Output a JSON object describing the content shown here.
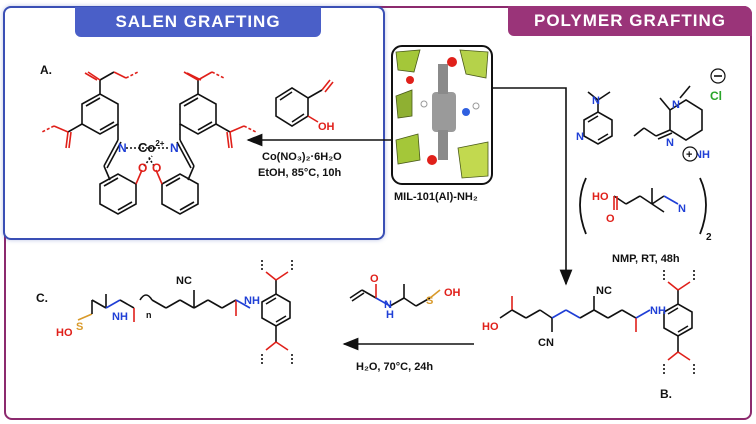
{
  "salen": {
    "header": "SALEN GRAFTING",
    "label_a": "A.",
    "metal": "Co",
    "metal_charge": "2+",
    "atom_N": "N",
    "atom_O": "O",
    "reagent_oh": "OH",
    "conditions_line1": "Co(NO₃)₂·6H₂O",
    "conditions_line2": "EtOH, 85°C, 10h"
  },
  "mof": {
    "label": "MIL-101(Al)-NH₂"
  },
  "polymer": {
    "header": "POLYMER GRAFTING",
    "chloride": "Cl",
    "conditions": "NMP, RT, 48h",
    "subscript_2": "2",
    "ho": "HO",
    "label_b": "B.",
    "label_c": "C.",
    "step2_conditions": "H₂O, 70°C, 24h",
    "nc": "NC",
    "cn": "CN",
    "oh": "OH",
    "ho2": "HO",
    "n_index": "n",
    "atom_S": "S",
    "atom_H": "H",
    "atom_N": "N"
  },
  "colors": {
    "salen_blue": "#4a5fc8",
    "polymer_magenta": "#9a3479",
    "oxygen_red": "#e0201a",
    "nitrogen_blue": "#1f3fd6",
    "chlorine_green": "#2aa52a",
    "sulfur_orange": "#d99a2b"
  }
}
